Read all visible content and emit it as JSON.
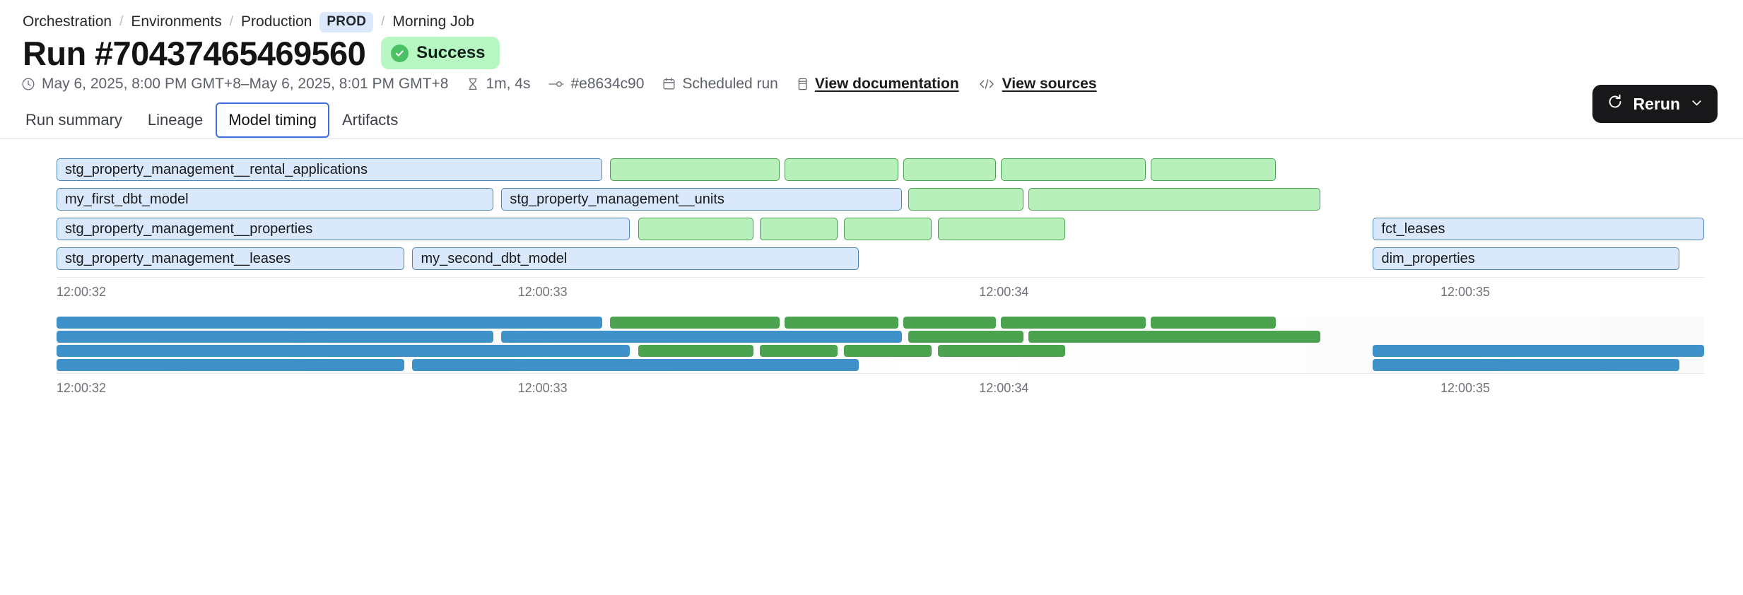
{
  "breadcrumb": {
    "items": [
      {
        "label": "Orchestration",
        "type": "link"
      },
      {
        "label": "Environments",
        "type": "link"
      },
      {
        "label": "Production",
        "type": "link"
      },
      {
        "label": "PROD",
        "type": "badge"
      },
      {
        "label": "Morning Job",
        "type": "link"
      }
    ],
    "separator": "/"
  },
  "header": {
    "title": "Run #70437465469560",
    "status": {
      "label": "Success",
      "icon": "check-circle-icon",
      "bg": "#b7f7c2",
      "dot": "#4cc163"
    },
    "rerun": {
      "label": "Rerun",
      "icon": "refresh-icon",
      "chevron": "chevron-down-icon",
      "bg": "#18181a"
    }
  },
  "meta": {
    "timerange": "May 6, 2025, 8:00 PM GMT+8–May 6, 2025, 8:01 PM GMT+8",
    "duration": "1m, 4s",
    "commit": "#e8634c90",
    "trigger": "Scheduled run",
    "documentation_link": "View documentation",
    "sources_link": "View sources"
  },
  "tabs": {
    "items": [
      {
        "label": "Run summary",
        "selected": false
      },
      {
        "label": "Lineage",
        "selected": false
      },
      {
        "label": "Model timing",
        "selected": true
      },
      {
        "label": "Artifacts",
        "selected": false
      }
    ],
    "selected_color": "#3d6fe0"
  },
  "chart_data": {
    "type": "bar",
    "title": "Model timing",
    "xlabel": "",
    "ylabel": "",
    "axis_ticks": [
      "12:00:32",
      "12:00:33",
      "12:00:34",
      "12:00:35"
    ],
    "axis_tick_positions_pct": [
      1.5,
      29.5,
      57.5,
      85.5
    ],
    "xlim": [
      "12:00:31.95",
      "12:00:35.40"
    ],
    "grid": false,
    "legend": "none",
    "colors": {
      "model_fill": "#d9e8fb",
      "model_border": "#4f86b8",
      "test_fill": "#b7f0ba",
      "test_border": "#4f9e55",
      "minimap_model": "#3f92c9",
      "minimap_test": "#4ba350"
    },
    "rows": [
      {
        "index": 1,
        "segments": [
          {
            "label": "stg_property_management__rental_applications",
            "kind": "model",
            "start_pct": 0.0,
            "width_pct": 33.1
          },
          {
            "label": "",
            "kind": "test",
            "start_pct": 33.6,
            "width_pct": 10.3
          },
          {
            "label": "",
            "kind": "test",
            "start_pct": 44.2,
            "width_pct": 6.9
          },
          {
            "label": "",
            "kind": "test",
            "start_pct": 51.4,
            "width_pct": 5.6
          },
          {
            "label": "",
            "kind": "test",
            "start_pct": 57.3,
            "width_pct": 8.8
          },
          {
            "label": "",
            "kind": "test",
            "start_pct": 66.4,
            "width_pct": 7.6
          }
        ]
      },
      {
        "index": 2,
        "segments": [
          {
            "label": "my_first_dbt_model",
            "kind": "model",
            "start_pct": 0.0,
            "width_pct": 26.5
          },
          {
            "label": "stg_property_management__units",
            "kind": "model",
            "start_pct": 27.0,
            "width_pct": 24.3
          },
          {
            "label": "",
            "kind": "test",
            "start_pct": 51.7,
            "width_pct": 7.0
          },
          {
            "label": "",
            "kind": "test",
            "start_pct": 59.0,
            "width_pct": 17.7
          }
        ]
      },
      {
        "index": 3,
        "segments": [
          {
            "label": "stg_property_management__properties",
            "kind": "model",
            "start_pct": 0.0,
            "width_pct": 34.8
          },
          {
            "label": "",
            "kind": "test",
            "start_pct": 35.3,
            "width_pct": 7.0
          },
          {
            "label": "",
            "kind": "test",
            "start_pct": 42.7,
            "width_pct": 4.7
          },
          {
            "label": "",
            "kind": "test",
            "start_pct": 47.8,
            "width_pct": 5.3
          },
          {
            "label": "",
            "kind": "test",
            "start_pct": 53.5,
            "width_pct": 7.7
          },
          {
            "label": "fct_leases",
            "kind": "model",
            "start_pct": 79.9,
            "width_pct": 20.1
          }
        ]
      },
      {
        "index": 4,
        "segments": [
          {
            "label": "stg_property_management__leases",
            "kind": "model",
            "start_pct": 0.0,
            "width_pct": 21.1
          },
          {
            "label": "my_second_dbt_model",
            "kind": "model",
            "start_pct": 21.6,
            "width_pct": 27.1
          },
          {
            "label": "dim_properties",
            "kind": "model",
            "start_pct": 79.9,
            "width_pct": 18.6
          }
        ]
      }
    ],
    "minimap": {
      "axis_ticks": [
        "12:00:32",
        "12:00:33",
        "12:00:34",
        "12:00:35"
      ],
      "rows": [
        {
          "index": 1,
          "segments": [
            {
              "kind": "model",
              "start_pct": 0.0,
              "width_pct": 33.1
            },
            {
              "kind": "test",
              "start_pct": 33.6,
              "width_pct": 10.3
            },
            {
              "kind": "test",
              "start_pct": 44.2,
              "width_pct": 6.9
            },
            {
              "kind": "test",
              "start_pct": 51.4,
              "width_pct": 5.6
            },
            {
              "kind": "test",
              "start_pct": 57.3,
              "width_pct": 8.8
            },
            {
              "kind": "test",
              "start_pct": 66.4,
              "width_pct": 7.6
            }
          ]
        },
        {
          "index": 2,
          "segments": [
            {
              "kind": "model",
              "start_pct": 0.0,
              "width_pct": 26.5
            },
            {
              "kind": "model",
              "start_pct": 27.0,
              "width_pct": 24.3
            },
            {
              "kind": "test",
              "start_pct": 51.7,
              "width_pct": 7.0
            },
            {
              "kind": "test",
              "start_pct": 59.0,
              "width_pct": 17.7
            }
          ]
        },
        {
          "index": 3,
          "segments": [
            {
              "kind": "model",
              "start_pct": 0.0,
              "width_pct": 34.8
            },
            {
              "kind": "test",
              "start_pct": 35.3,
              "width_pct": 7.0
            },
            {
              "kind": "test",
              "start_pct": 42.7,
              "width_pct": 4.7
            },
            {
              "kind": "test",
              "start_pct": 47.8,
              "width_pct": 5.3
            },
            {
              "kind": "test",
              "start_pct": 53.5,
              "width_pct": 7.7
            },
            {
              "kind": "model",
              "start_pct": 79.9,
              "width_pct": 20.1
            }
          ]
        },
        {
          "index": 4,
          "segments": [
            {
              "kind": "model",
              "start_pct": 0.0,
              "width_pct": 21.1
            },
            {
              "kind": "model",
              "start_pct": 21.6,
              "width_pct": 27.1
            },
            {
              "kind": "model",
              "start_pct": 79.9,
              "width_pct": 18.6
            }
          ]
        }
      ]
    }
  }
}
